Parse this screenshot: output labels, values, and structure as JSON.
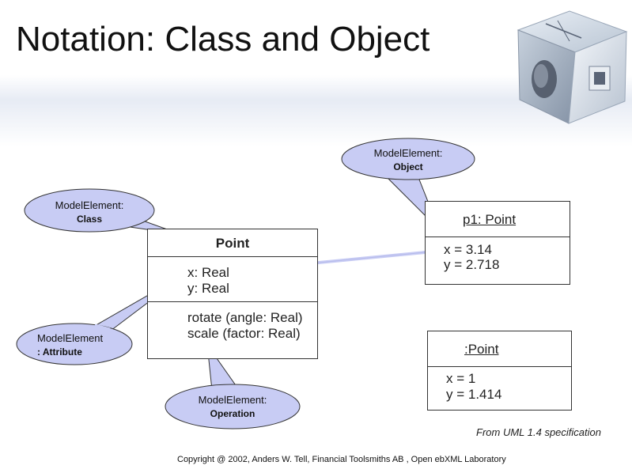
{
  "title": "Notation: Class and Object",
  "class_box": {
    "name": "Point",
    "attributes": [
      "x: Real",
      "y: Real"
    ],
    "operations": [
      "rotate (angle: Real)",
      "scale (factor: Real)"
    ]
  },
  "object_p1": {
    "name": "p1: Point",
    "slots": [
      "x = 3.14",
      "y = 2.718"
    ]
  },
  "object_anon": {
    "name": ":Point",
    "slots": [
      "x = 1",
      "y = 1.414"
    ]
  },
  "callouts": {
    "object": {
      "line1": "ModelElement:",
      "line2": "Object"
    },
    "class": {
      "line1": "ModelElement:",
      "line2": "Class"
    },
    "attribute": {
      "line1": "ModelElement",
      "line2": ": Attribute"
    },
    "operation": {
      "line1": "ModelElement:",
      "line2": "Operation"
    }
  },
  "source_note": "From UML 1.4 specification",
  "copyright": "Copyright @ 2002, Anders W. Tell, Financial Toolsmiths AB , Open ebXML Laboratory",
  "colors": {
    "bubble_fill": "#c8ccf4",
    "bubble_stroke": "#333333",
    "link_line": "#c8ccf4"
  },
  "logo": {
    "icon": "cube-logo-icon"
  }
}
